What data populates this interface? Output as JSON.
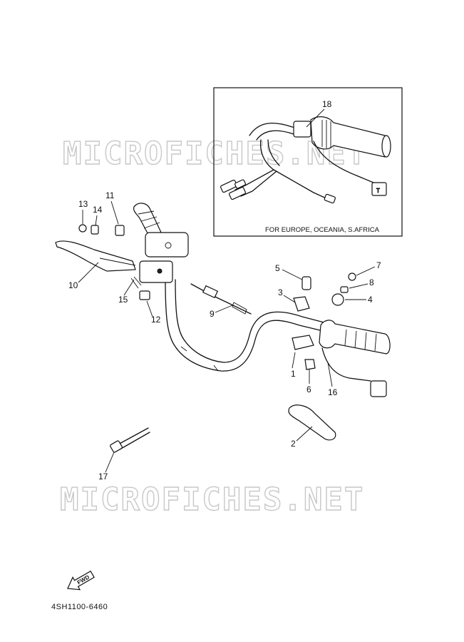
{
  "watermark": {
    "text_top": "MICROFICHES.NET",
    "text_bottom": "MICROFICHES.NET"
  },
  "inset": {
    "caption": "FOR EUROPE, OCEANIA, S.AFRICA",
    "callout": "18"
  },
  "callouts": {
    "c1": "1",
    "c2": "2",
    "c3": "3",
    "c4": "4",
    "c5": "5",
    "c6": "6",
    "c7": "7",
    "c8": "8",
    "c9": "9",
    "c10": "10",
    "c11": "11",
    "c12": "12",
    "c13": "13",
    "c14": "14",
    "c15": "15",
    "c16": "16",
    "c17": "17"
  },
  "fwd_label": "FWD",
  "diagram_code": "4SH1100-6460"
}
